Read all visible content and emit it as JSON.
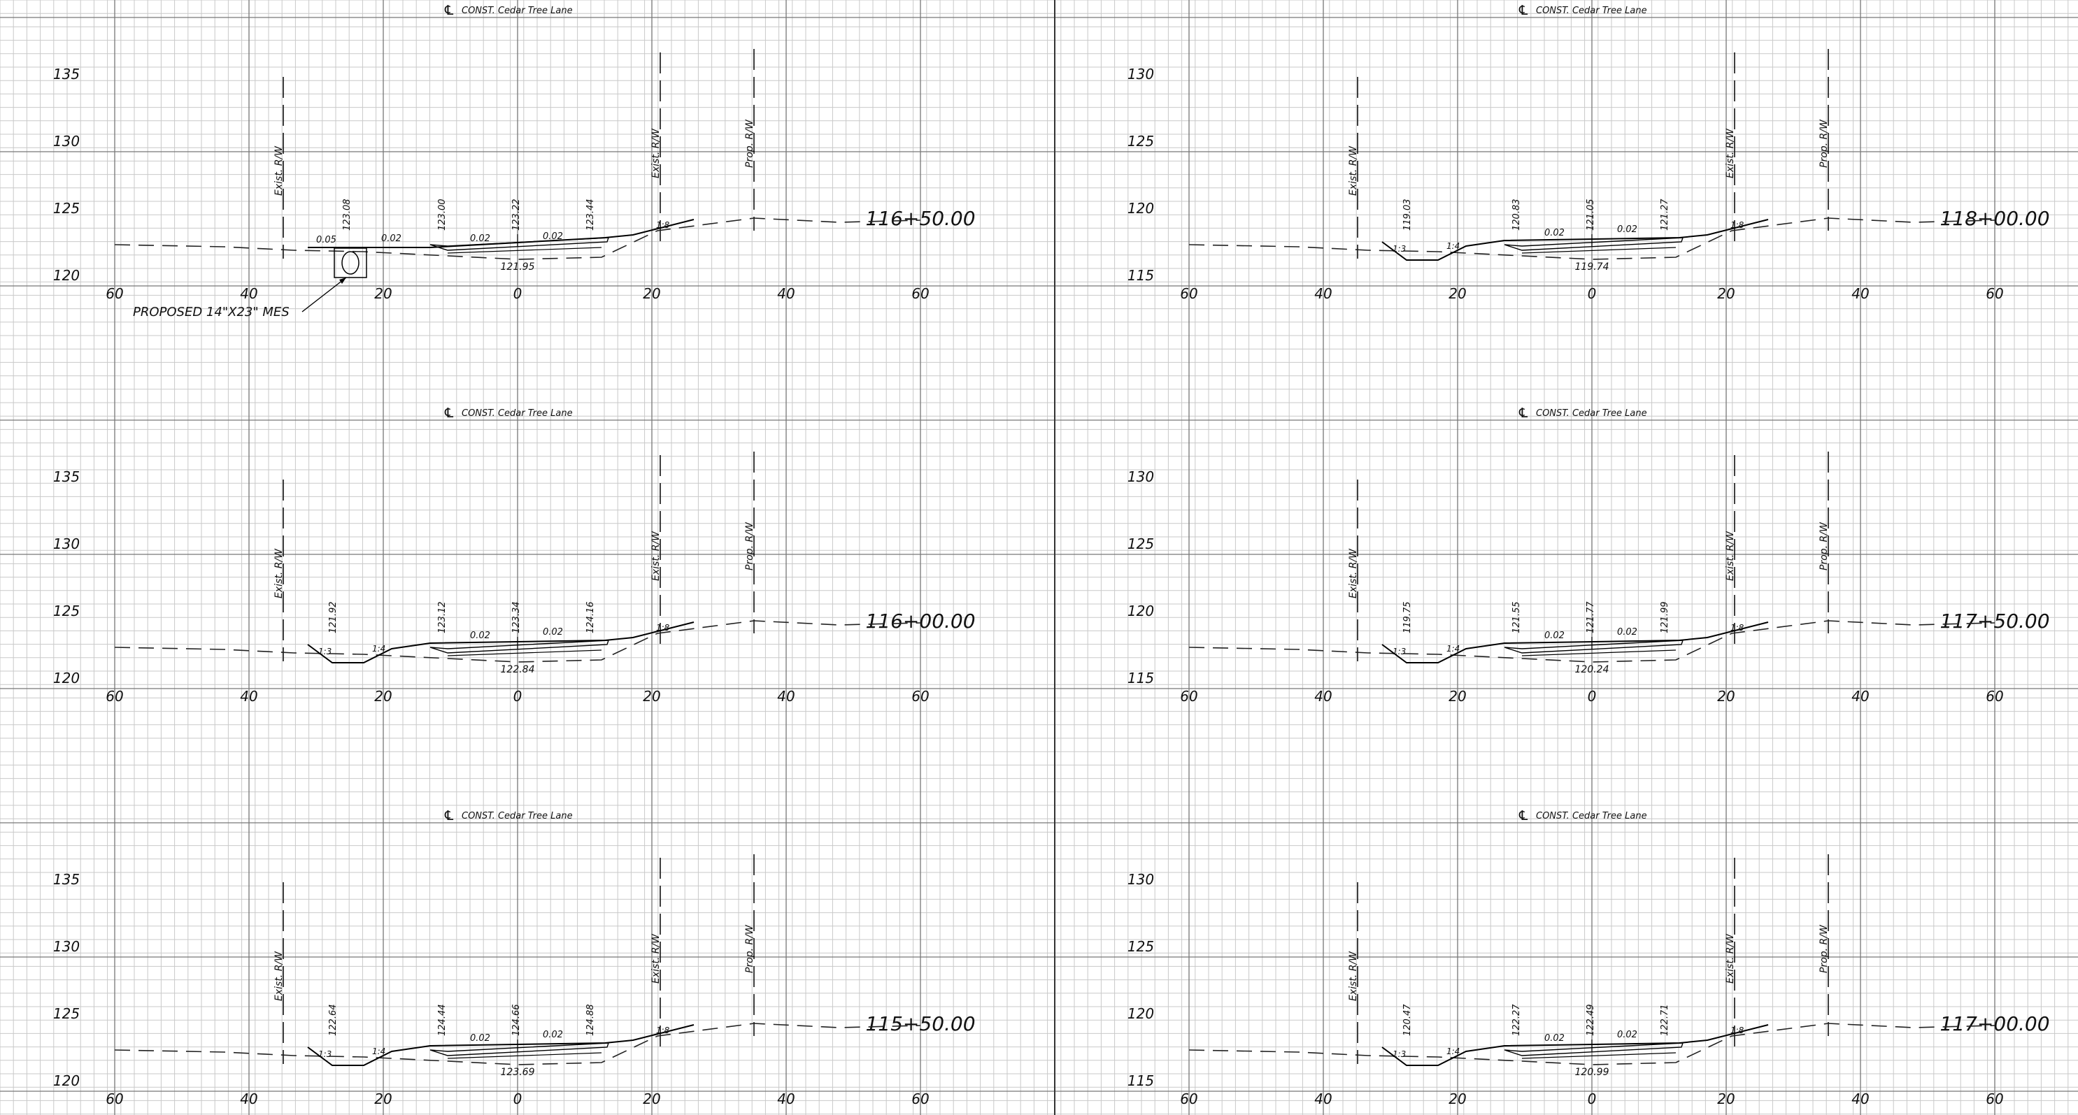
{
  "sheet": {
    "title_prefix": "CONST.",
    "road_name": "Cedar Tree Lane",
    "offset_labels": [
      "60",
      "40",
      "20",
      "0",
      "20",
      "40",
      "60"
    ]
  },
  "sections": [
    {
      "id": "s-116-50",
      "station": "116+50.00",
      "elev_labels": [
        "135",
        "130",
        "125",
        "120"
      ],
      "elev_values": [
        135,
        130,
        125,
        120
      ],
      "exist_rw_label": "Exist. R/W",
      "prop_rw_label": "Prop. R/W",
      "exist_rw2_label": "Exist. R/W",
      "grade_labels": [
        "123.08",
        "123.00",
        "123.22",
        "123.44"
      ],
      "slope_labels": [
        "0.05",
        "0.02",
        "0.02",
        "0.02"
      ],
      "bottom_elev": "121.95",
      "side_slope": "1:8",
      "note": "PROPOSED 14\"X23\" MES",
      "has_pipe": true,
      "has_ditch": false
    },
    {
      "id": "s-116-00",
      "station": "116+00.00",
      "elev_labels": [
        "135",
        "130",
        "125",
        "120"
      ],
      "elev_values": [
        135,
        130,
        125,
        120
      ],
      "exist_rw_label": "Exist. R/W",
      "prop_rw_label": "Prop. R/W",
      "exist_rw2_label": "Exist. R/W",
      "grade_labels": [
        "121.92",
        "123.12",
        "123.34",
        "124.16"
      ],
      "slope_labels": [
        "0.02",
        "0.02"
      ],
      "bottom_elev": "122.84",
      "side_slope": "1:8",
      "ditch_slopes": [
        "1:3",
        "1:4"
      ],
      "has_pipe": false,
      "has_ditch": true
    },
    {
      "id": "s-115-50",
      "station": "115+50.00",
      "elev_labels": [
        "135",
        "130",
        "125",
        "120"
      ],
      "elev_values": [
        135,
        130,
        125,
        120
      ],
      "exist_rw_label": "Exist. R/W",
      "prop_rw_label": "Prop. R/W",
      "exist_rw2_label": "Exist. R/W",
      "grade_labels": [
        "122.64",
        "124.44",
        "124.66",
        "124.88"
      ],
      "slope_labels": [
        "0.02",
        "0.02"
      ],
      "bottom_elev": "123.69",
      "side_slope": "1:8",
      "ditch_slopes": [
        "1:3",
        "1:4"
      ],
      "has_pipe": false,
      "has_ditch": true
    },
    {
      "id": "s-118-00",
      "station": "118+00.00",
      "elev_labels": [
        "130",
        "125",
        "120",
        "115"
      ],
      "elev_values": [
        130,
        125,
        120,
        115
      ],
      "exist_rw_label": "Exist. R/W",
      "prop_rw_label": "Prop. R/W",
      "exist_rw2_label": "Exist. R/W",
      "grade_labels": [
        "119.03",
        "120.83",
        "121.05",
        "121.27"
      ],
      "slope_labels": [
        "0.02",
        "0.02"
      ],
      "bottom_elev": "119.74",
      "side_slope": "1:8",
      "ditch_slopes": [
        "1:3",
        "1:4"
      ],
      "has_pipe": false,
      "has_ditch": true
    },
    {
      "id": "s-117-50",
      "station": "117+50.00",
      "elev_labels": [
        "130",
        "125",
        "120",
        "115"
      ],
      "elev_values": [
        130,
        125,
        120,
        115
      ],
      "exist_rw_label": "Exist. R/W",
      "prop_rw_label": "Prop. R/W",
      "exist_rw2_label": "Exist. R/W",
      "grade_labels": [
        "119.75",
        "121.55",
        "121.77",
        "121.99"
      ],
      "slope_labels": [
        "0.02",
        "0.02"
      ],
      "bottom_elev": "120.24",
      "side_slope": "1:8",
      "ditch_slopes": [
        "1:3",
        "1:4"
      ],
      "has_pipe": false,
      "has_ditch": true
    },
    {
      "id": "s-117-00",
      "station": "117+00.00",
      "elev_labels": [
        "130",
        "125",
        "120",
        "115"
      ],
      "elev_values": [
        130,
        125,
        120,
        115
      ],
      "exist_rw_label": "Exist. R/W",
      "prop_rw_label": "Prop. R/W",
      "exist_rw2_label": "Exist. R/W",
      "grade_labels": [
        "120.47",
        "122.27",
        "122.49",
        "122.71"
      ],
      "slope_labels": [
        "0.02",
        "0.02"
      ],
      "bottom_elev": "120.99",
      "side_slope": "1:8",
      "ditch_slopes": [
        "1:3",
        "1:4"
      ],
      "has_pipe": false,
      "has_ditch": true
    }
  ]
}
